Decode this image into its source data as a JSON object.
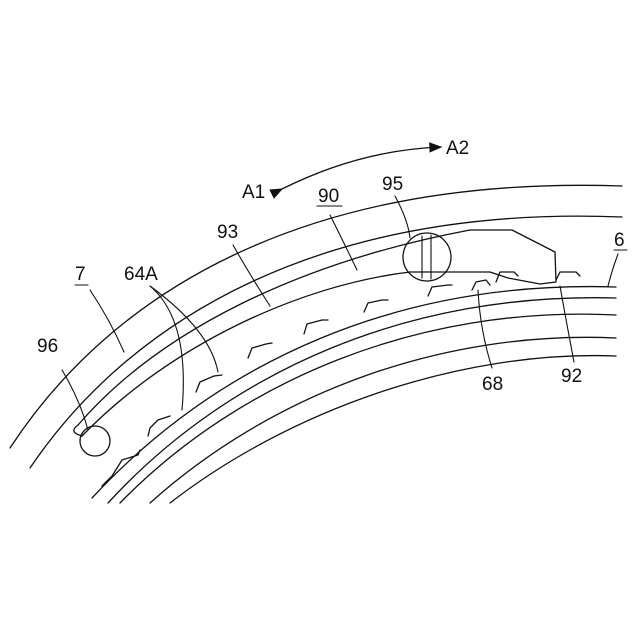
{
  "labels": {
    "a1": "A1",
    "a2": "A2",
    "l90": "90",
    "l95": "95",
    "l6": "6",
    "l7": "7",
    "l64a": "64A",
    "l93": "93",
    "l96": "96",
    "l68": "68",
    "l92": "92"
  }
}
